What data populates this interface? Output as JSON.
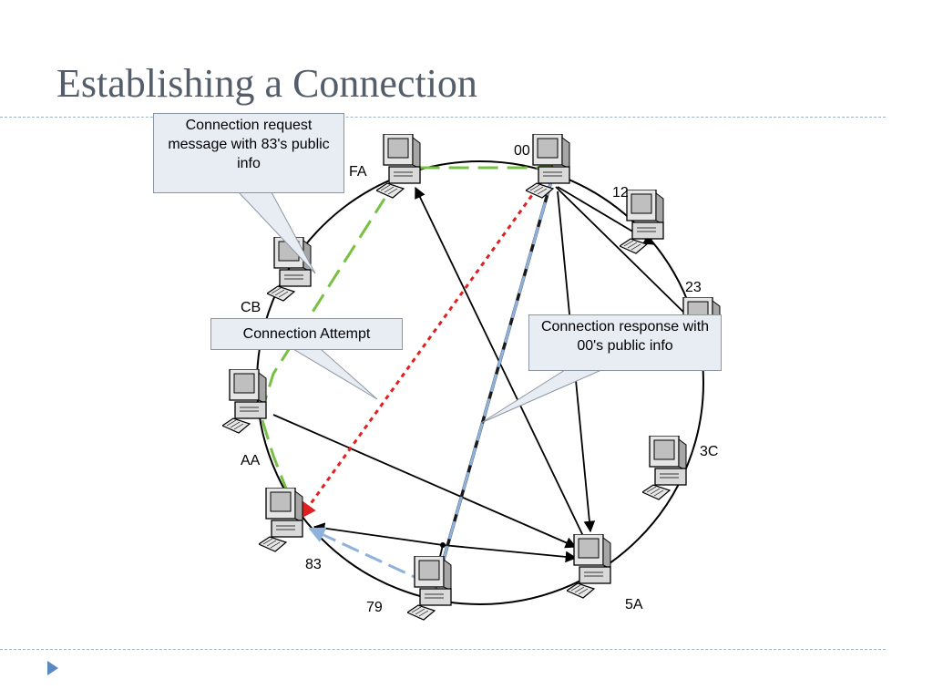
{
  "slide": {
    "title": "Establishing a Connection"
  },
  "nodes": [
    {
      "id": "00",
      "label": "00"
    },
    {
      "id": "12",
      "label": "12"
    },
    {
      "id": "23",
      "label": "23"
    },
    {
      "id": "3C",
      "label": "3C"
    },
    {
      "id": "5A",
      "label": "5A"
    },
    {
      "id": "79",
      "label": "79"
    },
    {
      "id": "83",
      "label": "83"
    },
    {
      "id": "AA",
      "label": "AA"
    },
    {
      "id": "CB",
      "label": "CB"
    },
    {
      "id": "FA",
      "label": "FA"
    }
  ],
  "callouts": {
    "request": "Connection request message with 83's public info",
    "attempt": "Connection Attempt",
    "response": "Connection response with 00's public info"
  },
  "colors": {
    "title": "#545d6a",
    "ring": "#000000",
    "request_path": "#77c043",
    "attempt_path": "#e02020",
    "response_path": "#8fb2dc",
    "callout_fill": "#e8edf3"
  }
}
